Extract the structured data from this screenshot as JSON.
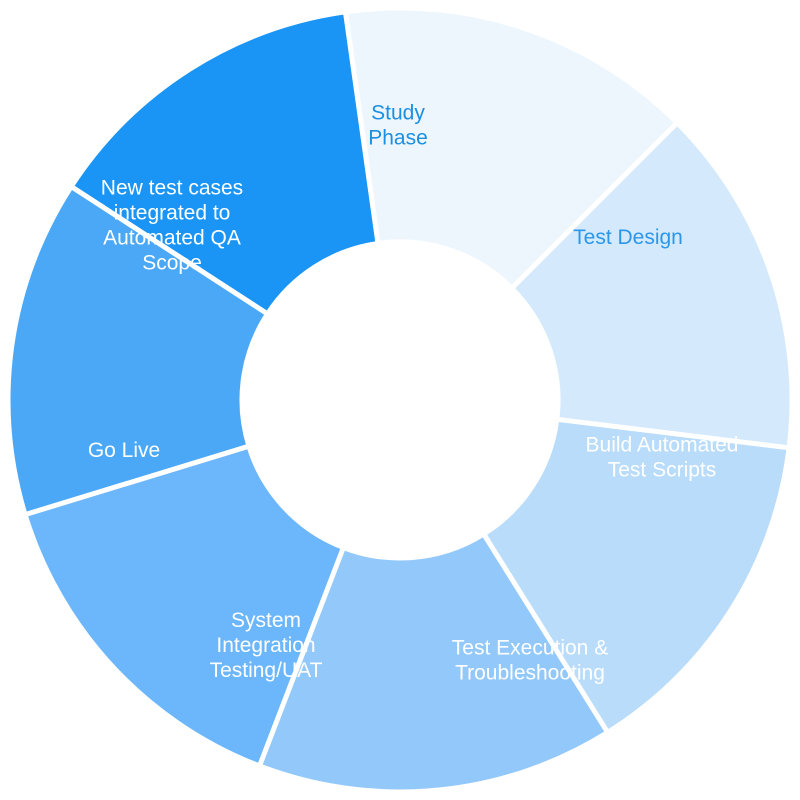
{
  "segments": [
    {
      "id": "study-phase",
      "lines": [
        "Study",
        "Phase"
      ],
      "fill": "#eef6fd",
      "text_color": "#1a8fe3"
    },
    {
      "id": "test-design",
      "lines": [
        "Test Design"
      ],
      "fill": "#d4e9fb",
      "text_color": "#2b97ea"
    },
    {
      "id": "build-automated-test-scripts",
      "lines": [
        "Build Automated",
        "Test Scripts"
      ],
      "fill": "#b9dcfa",
      "text_color": "#ffffff"
    },
    {
      "id": "test-execution-troubleshooting",
      "lines": [
        "Test Execution &",
        "Troubleshooting"
      ],
      "fill": "#93c8fb",
      "text_color": "#ffffff"
    },
    {
      "id": "system-integration-testing-uat",
      "lines": [
        "System",
        "Integration",
        "Testing/UAT"
      ],
      "fill": "#6cb6fb",
      "text_color": "#ffffff"
    },
    {
      "id": "go-live",
      "lines": [
        "Go Live"
      ],
      "fill": "#4aa8f6",
      "text_color": "#ffffff"
    },
    {
      "id": "new-test-cases-integrated",
      "lines": [
        "New test cases",
        "integrated to",
        "Automated QA",
        "Scope"
      ],
      "fill": "#1a95f5",
      "text_color": "#ffffff"
    }
  ]
}
